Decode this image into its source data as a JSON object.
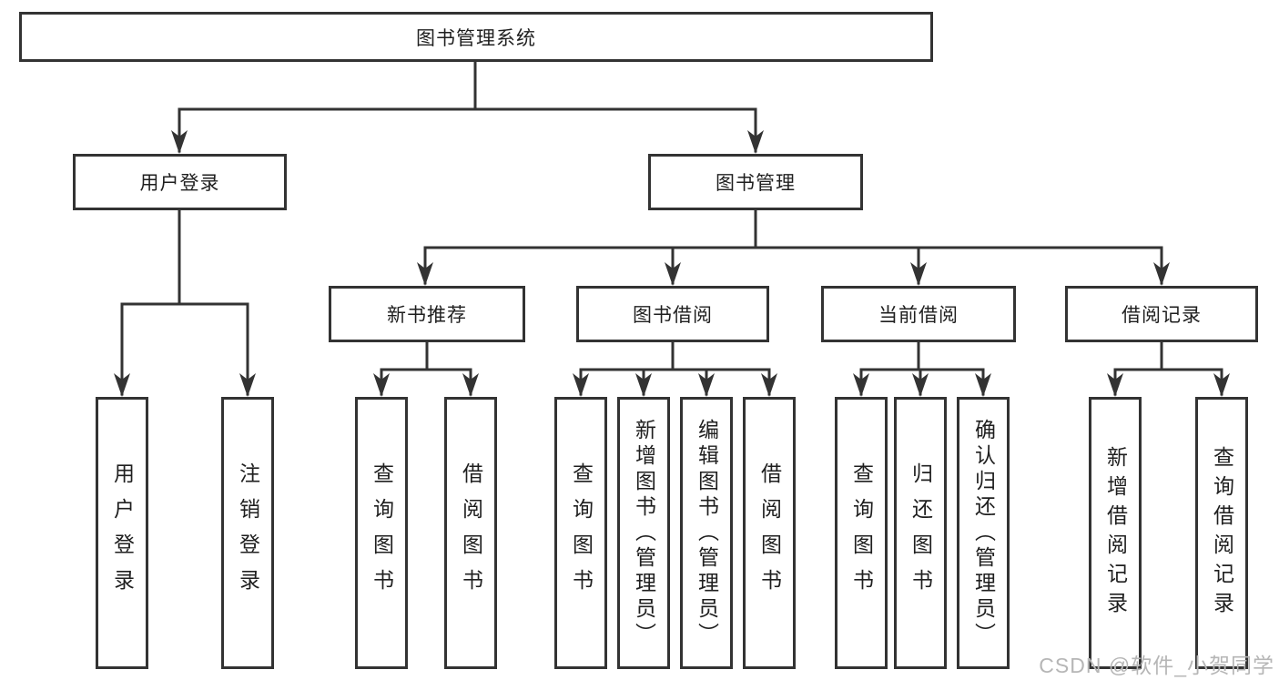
{
  "page": {
    "watermark": "CSDN @软件_小贺同学"
  },
  "colors": {
    "line": "#333333",
    "box_border": "#333333",
    "box_background": "#ffffff",
    "text": "#1f1f1f",
    "watermark": "#b6b6b6"
  },
  "tree": {
    "root": {
      "label": "图书管理系统"
    },
    "level2": [
      {
        "label": "用户登录"
      },
      {
        "label": "图书管理"
      }
    ],
    "level3": [
      {
        "label": "新书推荐"
      },
      {
        "label": "图书借阅"
      },
      {
        "label": "当前借阅"
      },
      {
        "label": "借阅记录"
      }
    ],
    "leaves": {
      "user_login": [
        "用户登录",
        "注销登录"
      ],
      "new_book_recommend": [
        "查询图书",
        "借阅图书"
      ],
      "book_borrow": [
        "查询图书",
        "新增图书（管理员）",
        "编辑图书（管理员）",
        "借阅图书"
      ],
      "current_borrow": [
        "查询图书",
        "归还图书",
        "确认归还（管理员）"
      ],
      "borrow_records": [
        "新增借阅记录",
        "查询借阅记录"
      ]
    }
  }
}
